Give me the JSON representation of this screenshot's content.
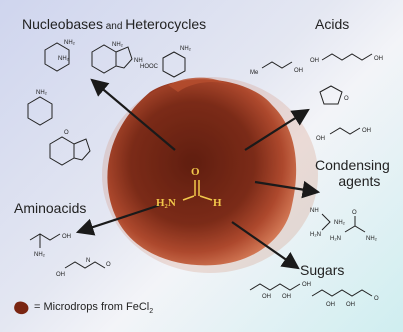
{
  "labels": {
    "nucleobases_main": "Nucleobases",
    "nucleobases_and": " and ",
    "nucleobases_tail": "Heterocycles",
    "acids": "Acids",
    "condensing_line1": "Condensing",
    "condensing_line2": "agents",
    "aminoacids": "Aminoacids",
    "sugars": "Sugars"
  },
  "formamide": {
    "O": "O",
    "H2N": "H₂N",
    "H": "H"
  },
  "legend": {
    "text": "= Microdrops from FeCl",
    "subscript": "2"
  },
  "chem_labels": {
    "nh2": "NH₂",
    "nh": "NH",
    "n": "N",
    "o": "O",
    "oh": "OH",
    "hooc": "HOOC",
    "h2n": "H₂N",
    "me": "Me",
    "hn": "HN",
    "h": "H"
  },
  "colors": {
    "blob": "#6b1f10",
    "blob_light": "#c9643e",
    "formamide_text": "#f2c84b",
    "arrow": "#1a1a1a"
  }
}
